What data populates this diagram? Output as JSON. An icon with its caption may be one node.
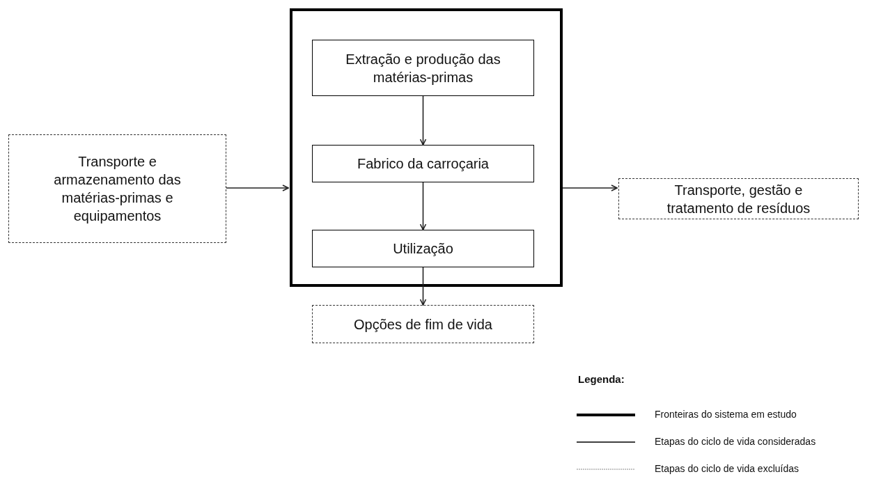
{
  "diagram": {
    "nodes": [
      {
        "text": [],
        "shape": "box"
      },
      {
        "text": [
          "Extração e produção das matérias-primas"
        ],
        "in": 0
      },
      {
        "text": [
          "Fabrico da carroçaria"
        ],
        "in": 0
      },
      {
        "text": [
          "Utilização"
        ],
        "in": 0
      },
      {
        "text": [
          "Transporte e armazenamento das matérias-primas e equipamentos"
        ]
      },
      {
        "text": [
          "Transporte, gestão e tratamento de resíduos"
        ]
      },
      {
        "text": [
          "Opções de fim de vida"
        ]
      }
    ],
    "edges": [
      {
        "from": 1,
        "to": 2,
        "arrow": "to"
      },
      {
        "from": 2,
        "to": 3,
        "arrow": "to"
      },
      {
        "from": 3,
        "to": 6,
        "arrow": "to"
      },
      {
        "from": 4,
        "to": 0,
        "arrow": "to"
      },
      {
        "from": 0,
        "to": 5,
        "arrow": "to"
      }
    ],
    "labels": [
      "Legenda:"
    ],
    "legend": [
      {
        "text": "Fronteiras do sistema em estudo"
      },
      {
        "text": "Etapas do ciclo de vida consideradas"
      },
      {
        "text": "Etapas do ciclo de vida excluídas"
      }
    ]
  }
}
